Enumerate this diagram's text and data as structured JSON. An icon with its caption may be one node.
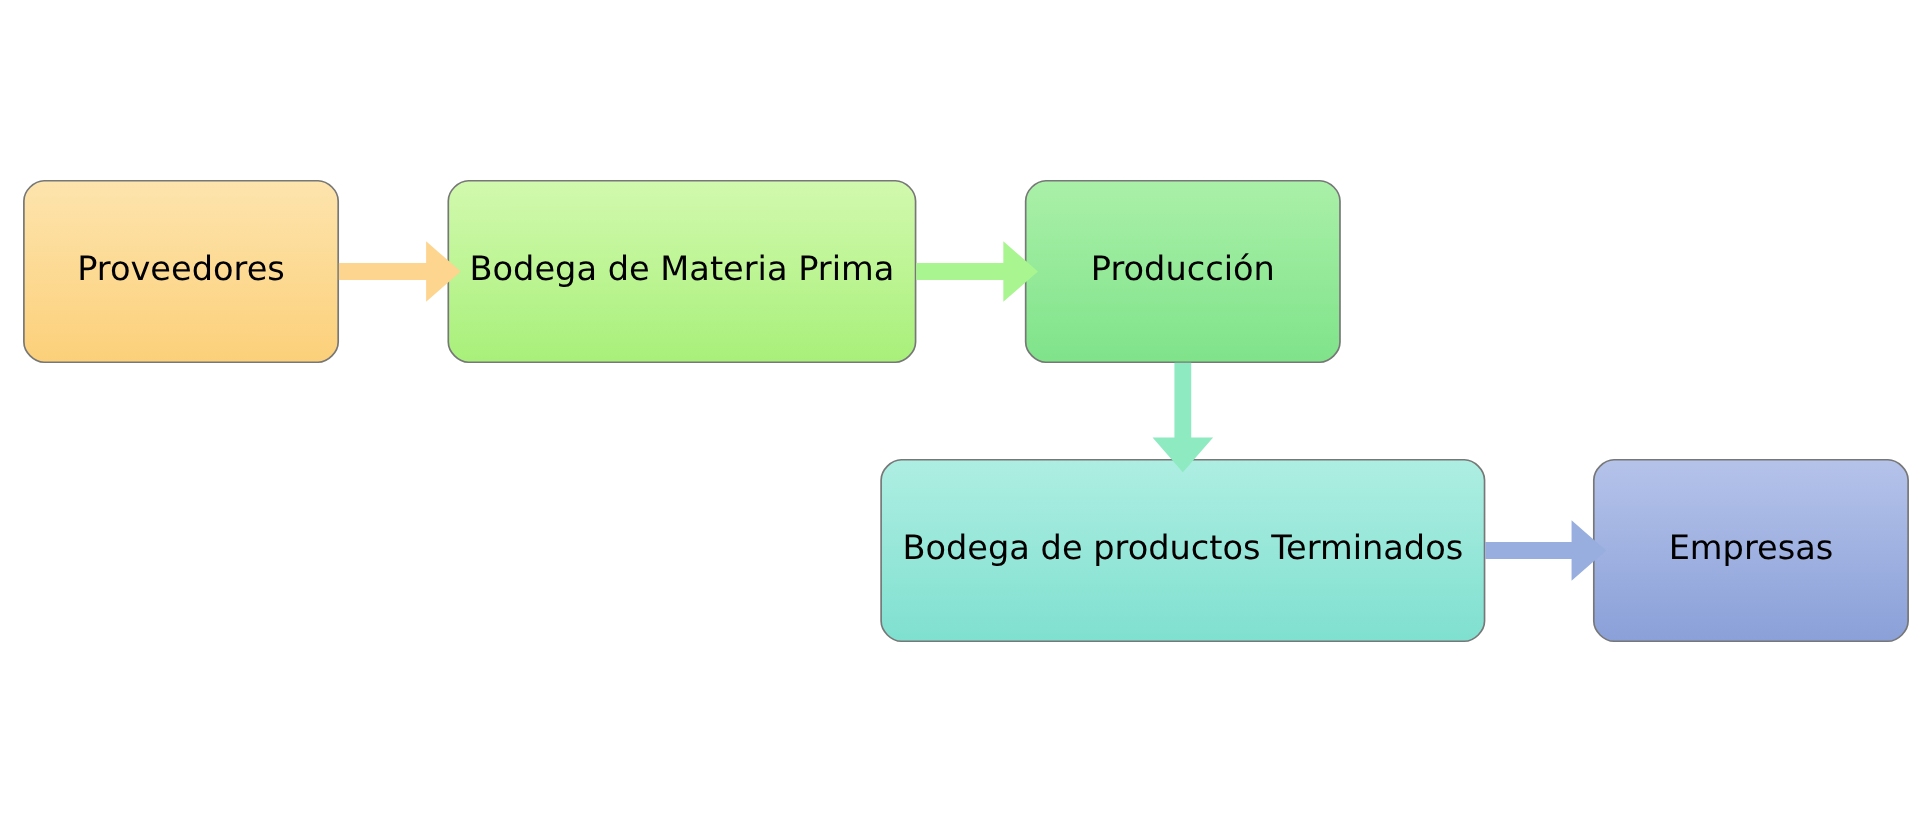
{
  "diagram": {
    "nodes": [
      {
        "text": [
          "Proveedores"
        ]
      },
      {
        "text": [
          "Bodega de Materia Prima"
        ]
      },
      {
        "text": [
          "Producción"
        ]
      },
      {
        "text": [
          "Bodega de productos Terminados"
        ]
      },
      {
        "text": [
          "Empresas"
        ]
      }
    ],
    "edges": [
      {
        "from": 0,
        "to": 1,
        "arrow": "to",
        "color": "#fdd58e"
      },
      {
        "from": 1,
        "to": 2,
        "arrow": "to",
        "color": "#a9f590"
      },
      {
        "from": 2,
        "to": 3,
        "arrow": "to",
        "color": "#8eeac0"
      },
      {
        "from": 3,
        "to": 4,
        "arrow": "to",
        "color": "#97aedf"
      }
    ]
  }
}
